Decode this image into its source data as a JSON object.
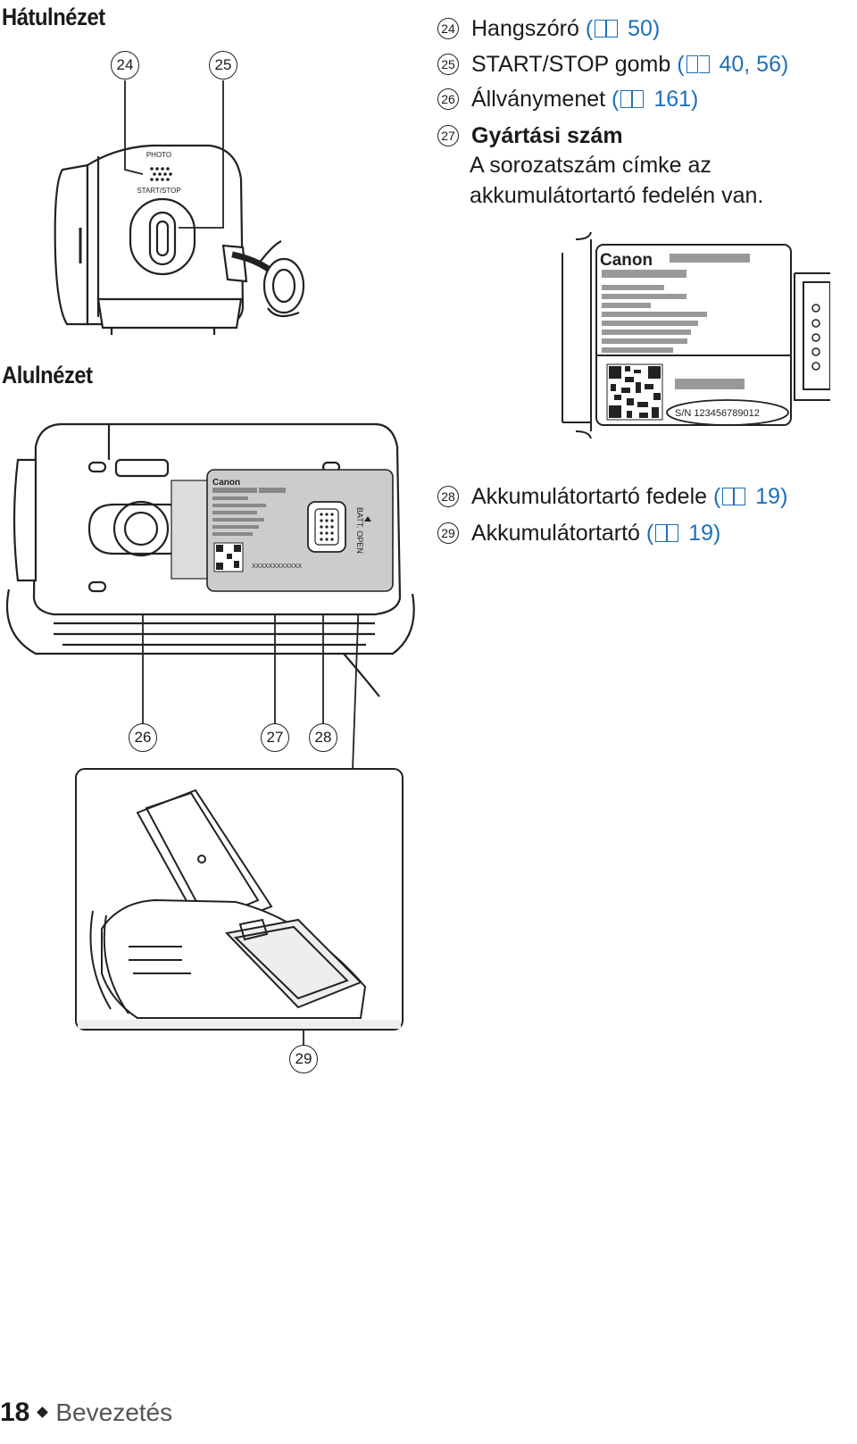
{
  "section_rear": "Hátulnézet",
  "section_bottom": "Alulnézet",
  "items": [
    {
      "num": "24",
      "label": "Hangszóró",
      "ref": "50"
    },
    {
      "num": "25",
      "label": "START/STOP gomb",
      "ref": "40, 56"
    },
    {
      "num": "26",
      "label": "Állványmenet",
      "ref": "161"
    },
    {
      "num": "27",
      "label": "Gyártási szám"
    },
    {
      "num": "28",
      "label": "Akkumulátortartó fedele",
      "ref": "19"
    },
    {
      "num": "29",
      "label": "Akkumulátortartó",
      "ref": "19"
    }
  ],
  "serial_note_1": "A sorozatszám címke az",
  "serial_note_2": "akkumulátortartó fedelén van.",
  "camera_labels": {
    "photo": "PHOTO",
    "start_stop": "START/STOP",
    "batt_open": "BATT. OPEN"
  },
  "label_card": {
    "brand": "Canon",
    "serial": "S/N  123456789012",
    "serial_small": "XXXXXXXXXXXX"
  },
  "callouts": {
    "c24": "24",
    "c25": "25",
    "c26": "26",
    "c27": "27",
    "c28": "28",
    "c29": "29"
  },
  "footer": {
    "page": "18",
    "section": "Bevezetés"
  }
}
